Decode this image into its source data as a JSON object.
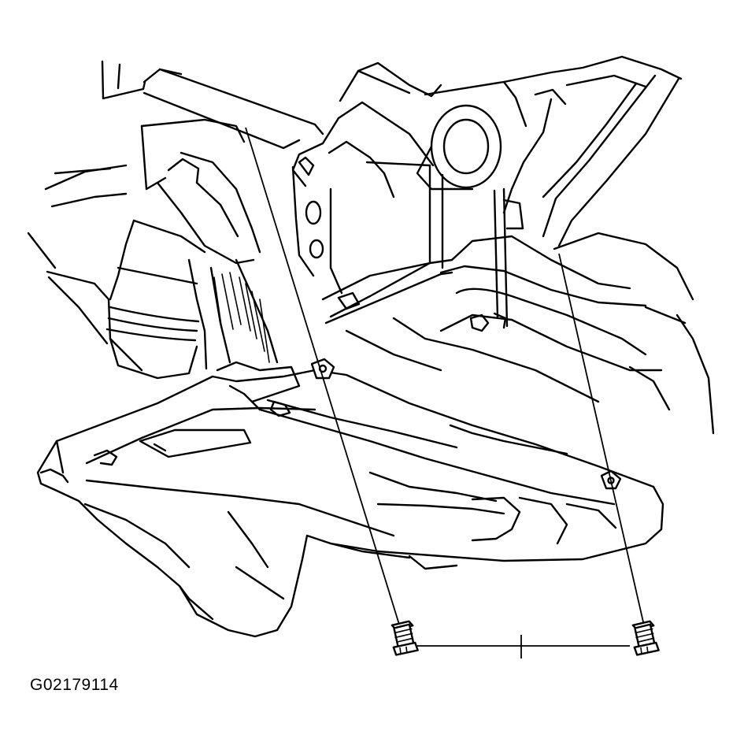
{
  "figure": {
    "id_label": "G02179114"
  },
  "parts": [
    {
      "name": "lower-engine-splash-shield"
    },
    {
      "name": "front-fastener"
    },
    {
      "name": "rear-fastener"
    }
  ],
  "colors": {
    "ink": "#000000",
    "background": "#ffffff"
  }
}
